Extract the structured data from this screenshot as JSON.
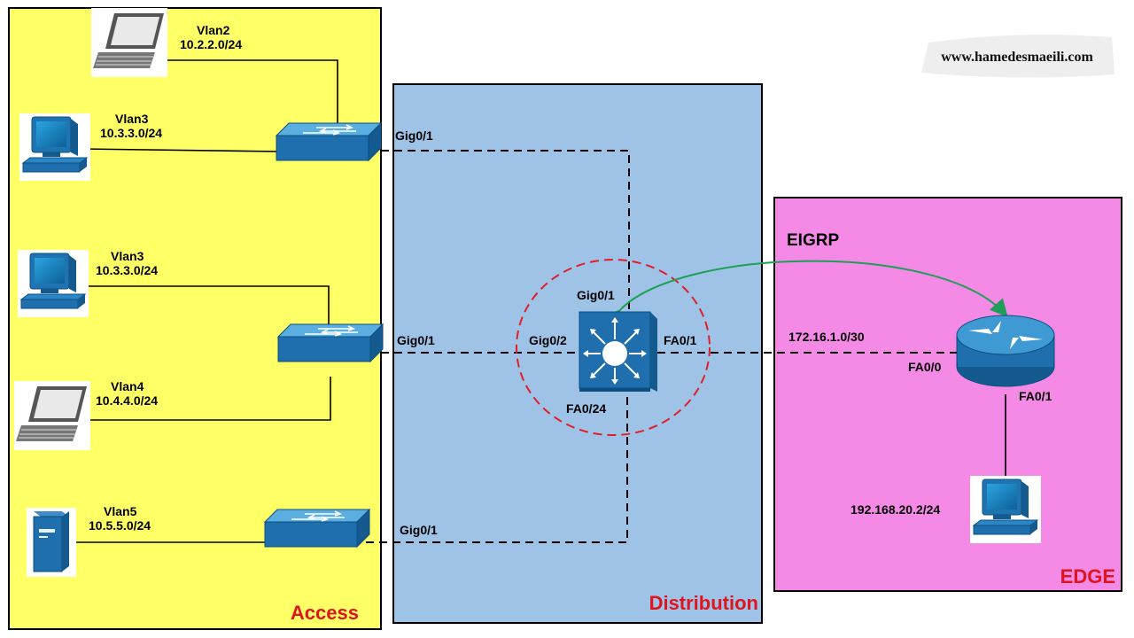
{
  "zones": {
    "access": "Access",
    "distribution": "Distribution",
    "edge": "EDGE"
  },
  "protocol": "EIGRP",
  "watermark": "www.hamedesmaeili.com",
  "hosts": [
    {
      "vlan": "Vlan2",
      "subnet": "10.2.2.0/24",
      "icon": "laptop-icon"
    },
    {
      "vlan": "Vlan3",
      "subnet": "10.3.3.0/24",
      "icon": "desktop-pc-icon"
    },
    {
      "vlan": "Vlan3",
      "subnet": "10.3.3.0/24",
      "icon": "desktop-pc-icon"
    },
    {
      "vlan": "Vlan4",
      "subnet": "10.4.4.0/24",
      "icon": "laptop-icon"
    },
    {
      "vlan": "Vlan5",
      "subnet": "10.5.5.0/24",
      "icon": "server-icon"
    }
  ],
  "ports": {
    "sw1_uplink": "Gig0/1",
    "sw2_uplink": "Gig0/1",
    "sw3_uplink": "Gig0/1",
    "core_top": "Gig0/1",
    "core_left": "Gig0/2",
    "core_right": "FA0/1",
    "core_bottom": "FA0/24",
    "router_left": "FA0/0",
    "router_bottom": "FA0/1"
  },
  "link_subnet": "172.16.1.0/30",
  "edge_host_ip": "192.168.20.2/24",
  "colors": {
    "access_bg": "#ffff66",
    "distribution_bg": "#9fc3e7",
    "edge_bg": "#f58ae6",
    "zone_title": "#e0141e",
    "device_blue": "#1b6fa8",
    "eigrp_arrow": "#1e9e56",
    "focus_circle": "#e01e2a"
  }
}
